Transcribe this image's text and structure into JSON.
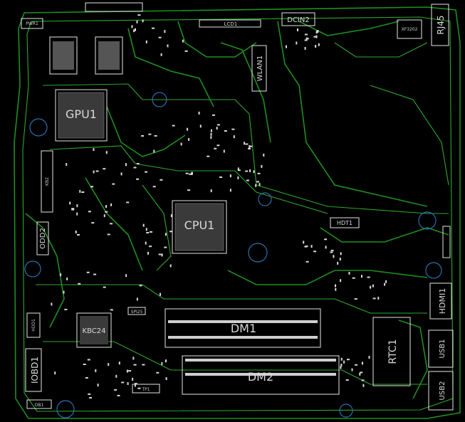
{
  "colors": {
    "background": "#000000",
    "trace": "#1f8f1f",
    "trace_light": "#2ea82e",
    "silkscreen": "#e6e6e6",
    "mount_hole": "#2b6fb0"
  },
  "labels": {
    "lcd": "LCD1",
    "dcin": "DCIN2",
    "rj45": "RJ45",
    "xfmr": "XF3202",
    "pwr": "PWR1",
    "gpu": "GPU1",
    "cpu": "CPU1",
    "wlan": "WLAN1",
    "kb": "KB2",
    "odd": "ODD2",
    "hdt": "HDT1",
    "hdmi": "HDMI1",
    "usb1": "USB1",
    "usb2": "USB2",
    "dm1": "DM1",
    "dm2": "DM2",
    "rtc": "RTC1",
    "kbc": "KBC24",
    "iobd": "IOBD1",
    "db": "DB1",
    "spi": "SPI25",
    "tp": "TP1",
    "hdd": "HDD1"
  }
}
